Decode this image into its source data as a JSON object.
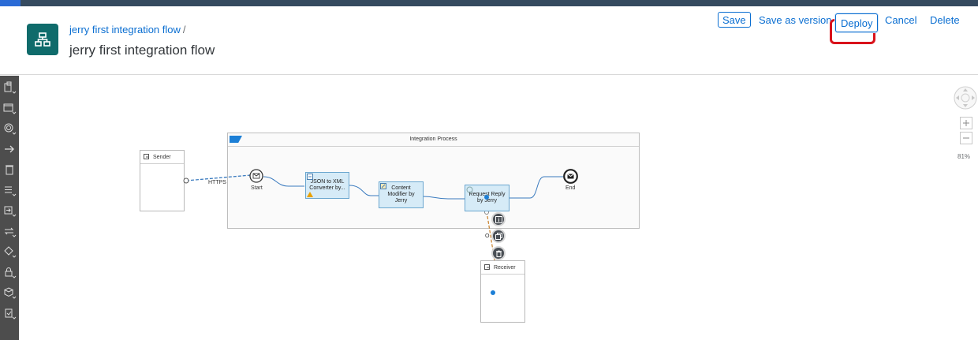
{
  "header": {
    "breadcrumb": "jerry first integration flow",
    "breadcrumb_sep": "/",
    "title": "jerry first integration flow"
  },
  "toolbar": {
    "save_label": "Save",
    "save_as_version_label": "Save as version",
    "deploy_label": "Deploy",
    "cancel_label": "Cancel",
    "delete_label": "Delete"
  },
  "palette": {
    "tools": [
      "participants-icon",
      "process-icon",
      "events-icon",
      "connectors-icon",
      "delete-icon",
      "mapping-icon",
      "transformation-icon",
      "call-icon",
      "routing-icon",
      "security-icon",
      "persistence-icon",
      "validator-icon"
    ]
  },
  "canvas": {
    "zoom": "81%",
    "pool_title": "Integration Process",
    "sender": "Sender",
    "receiver": "Receiver",
    "start": "Start",
    "end": "End",
    "connection_label": "HTTPS",
    "receiver_edge_label": "O",
    "steps": [
      "JSON to XML Converter by...",
      "Content Modifier by Jerry",
      "Request Reply by Jerry"
    ]
  },
  "colors": {
    "accent": "#0a6ed1",
    "highlight": "#d9121b",
    "app_icon": "#0f6b6b",
    "task_fill": "#d6ebf7"
  }
}
